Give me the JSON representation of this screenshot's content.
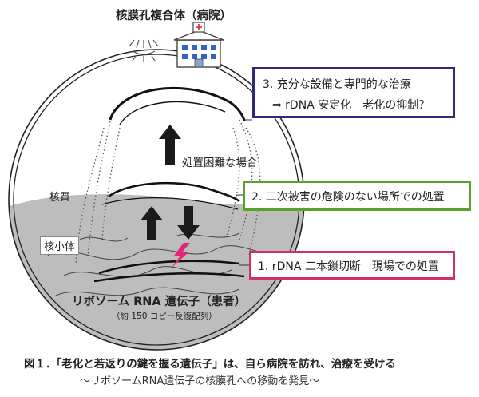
{
  "diagram": {
    "title_top": "核膜孔複合体（病院）",
    "region_nucleoplasm": "核質",
    "region_nucleolus": "核小体",
    "gene_label": "リボソーム RNA 遺伝子（患者）",
    "gene_sub": "（約 150 コピー反復配列）",
    "arrow_label": "処置困難な場合",
    "box3": {
      "line1": "3. 充分な設備と専門的な治療",
      "line2": "⇒ rDNA 安定化　老化の抑制？",
      "color": "#2e2a7a"
    },
    "box2": {
      "line1": "2. 二次被害の危険のない場所での処置",
      "color": "#5aa02c"
    },
    "box1": {
      "line1": "1. rDNA 二本鎖切断　現場での処置",
      "color": "#d0306a"
    },
    "damage_color": "#e0287a",
    "nucleolus_fill": "#bdbdbd"
  },
  "caption": {
    "line1": "図１．「老化と若返りの鍵を握る遺伝子」は、自ら病院を訪れ、治療を受ける",
    "line2": "～リボソームRNA遺伝子の核膜孔への移動を発見～"
  }
}
